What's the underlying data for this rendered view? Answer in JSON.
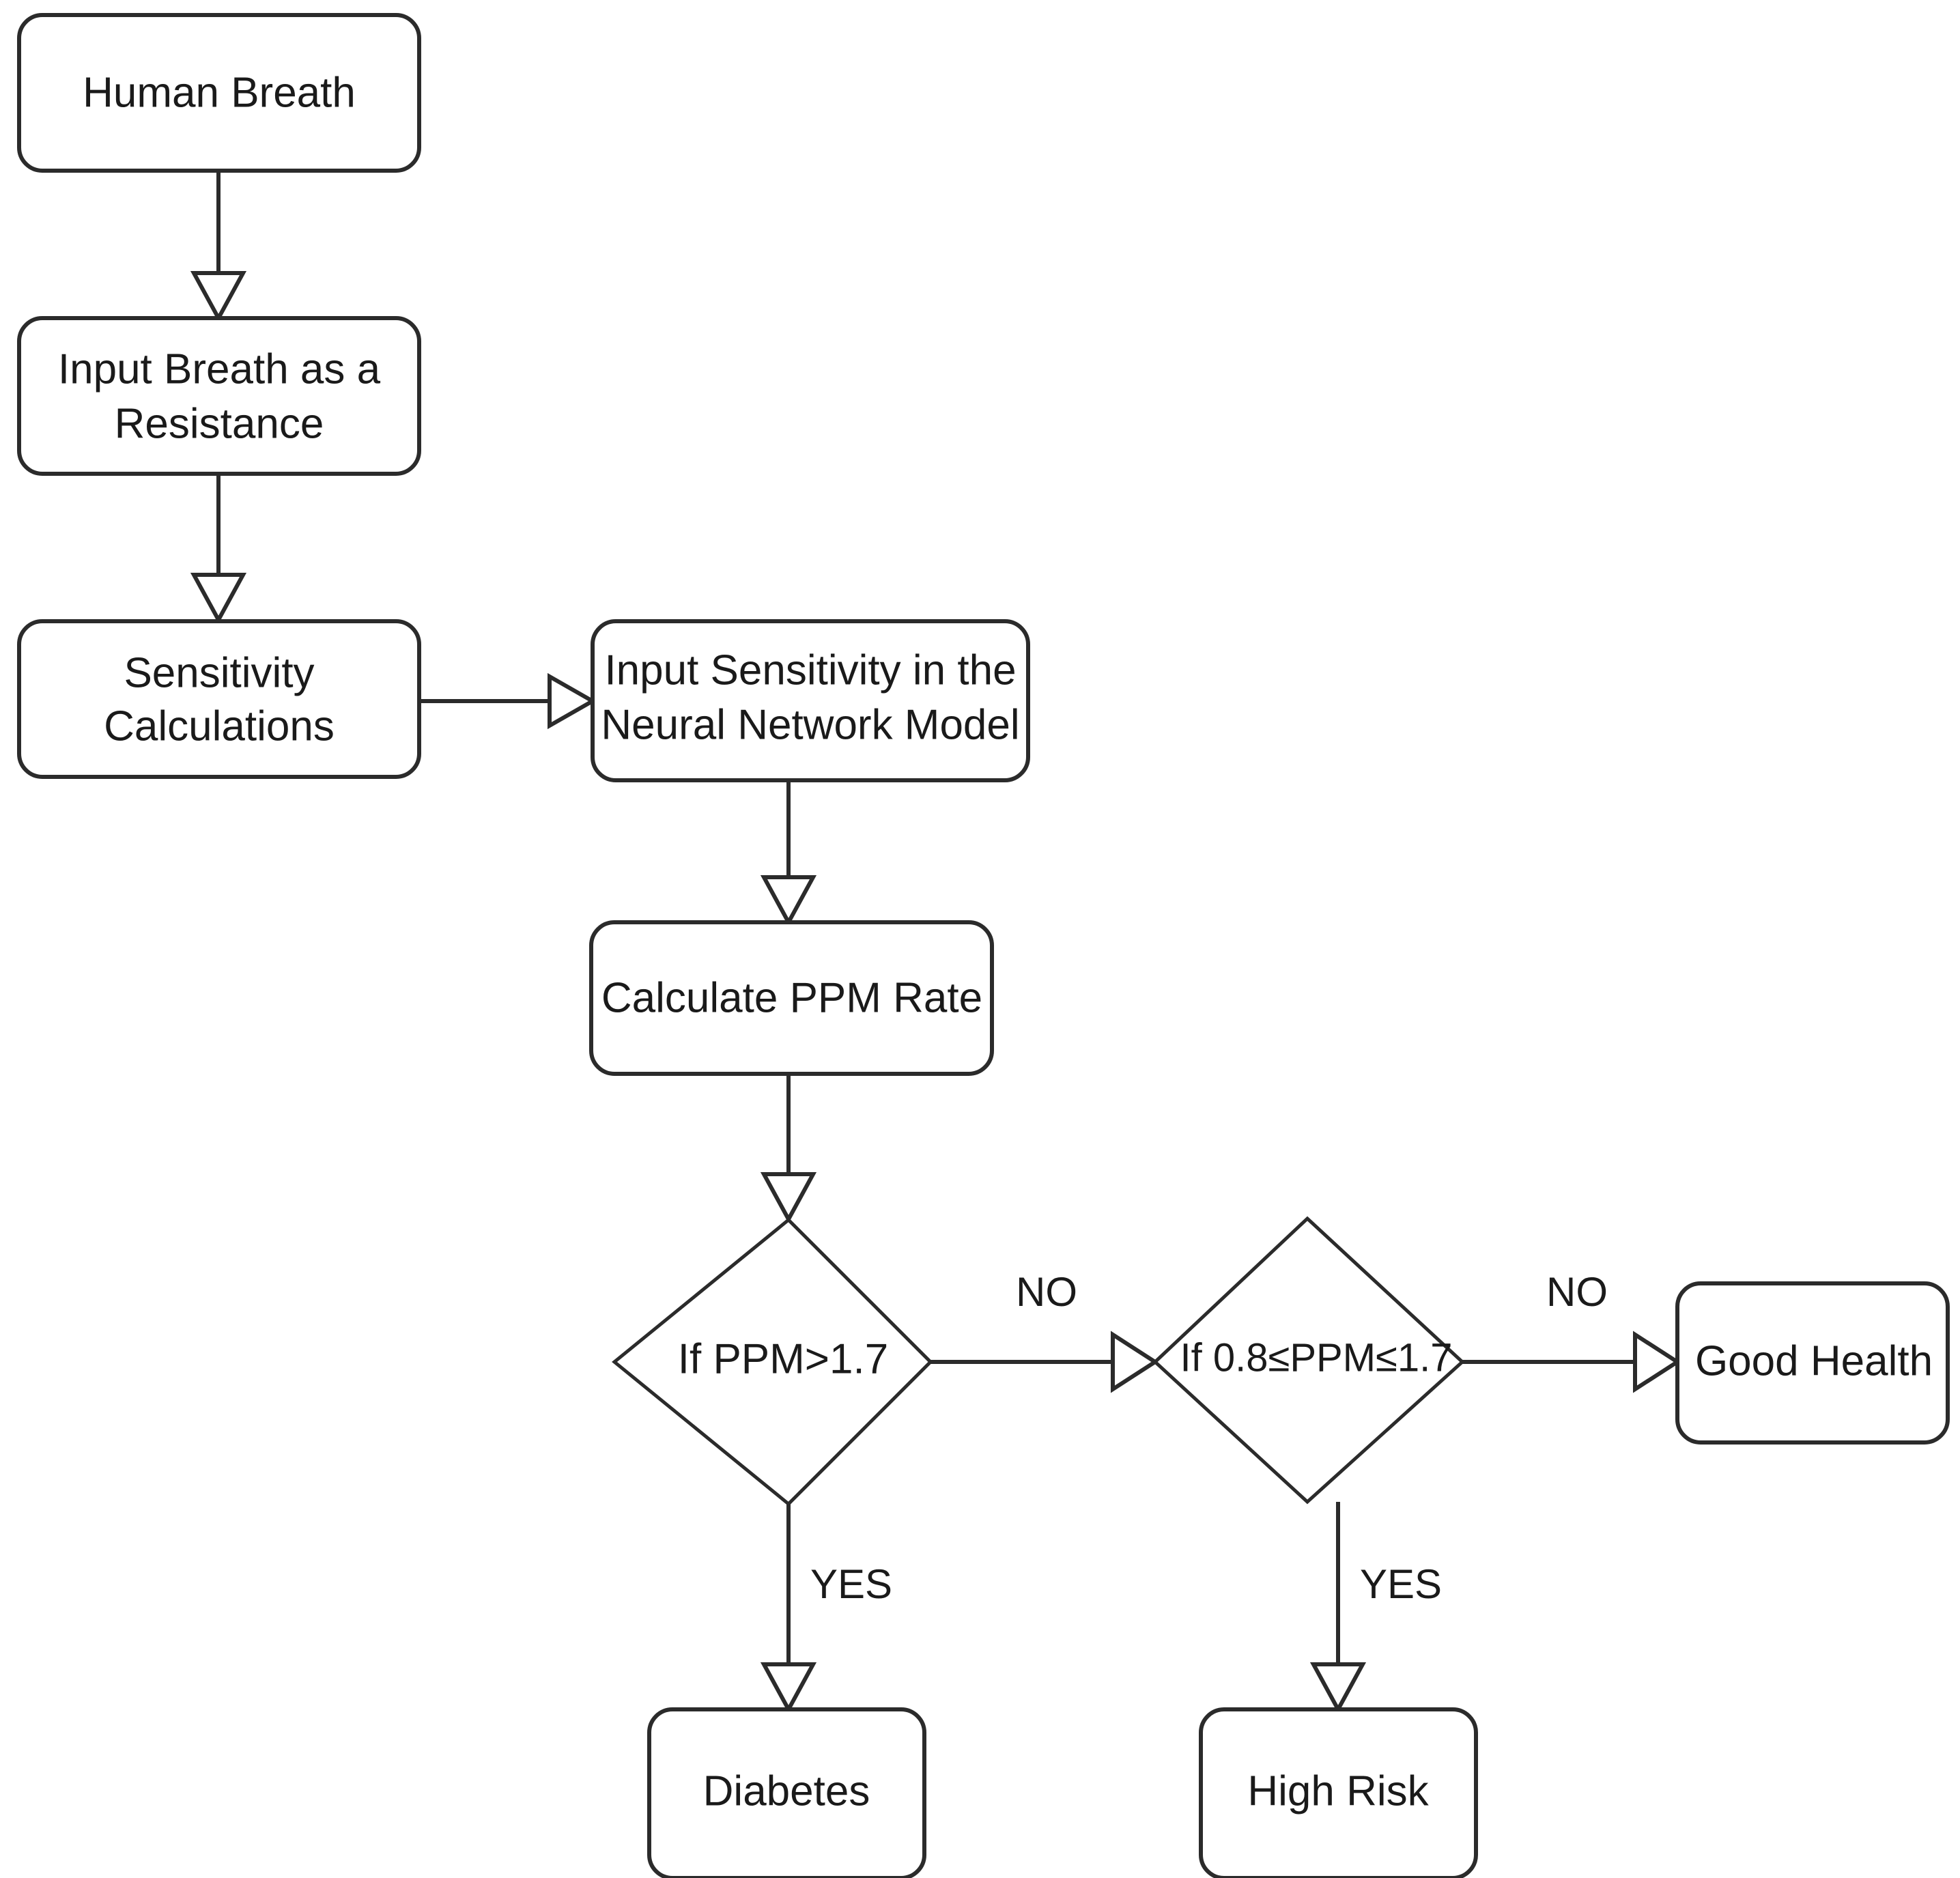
{
  "diagram": {
    "type": "flowchart",
    "title": "",
    "background_color": "#ffffff",
    "stroke_color": "#2b2b2b",
    "text_color": "#1a1a1a",
    "nodes": [
      {
        "id": "human-breath",
        "shape": "rounded-rect",
        "lines": [
          "Human Breath"
        ]
      },
      {
        "id": "input-breath",
        "shape": "rounded-rect",
        "lines": [
          "Input Breath as a",
          "Resistance"
        ]
      },
      {
        "id": "sensitivity-calc",
        "shape": "rounded-rect",
        "lines": [
          "Sensitivity",
          "Calculations"
        ]
      },
      {
        "id": "input-sensitivity",
        "shape": "rounded-rect",
        "lines": [
          "Input Sensitivity in the",
          "Neural Network Model"
        ]
      },
      {
        "id": "calculate-ppm",
        "shape": "rounded-rect",
        "lines": [
          "Calculate PPM Rate"
        ]
      },
      {
        "id": "decision-ppm-high",
        "shape": "diamond",
        "lines": [
          "If PPM>1.7"
        ]
      },
      {
        "id": "decision-ppm-mid",
        "shape": "diamond",
        "lines": [
          "If 0.8≤PPM≤1.7"
        ]
      },
      {
        "id": "good-health",
        "shape": "rounded-rect",
        "lines": [
          "Good Health"
        ]
      },
      {
        "id": "diabetes",
        "shape": "rounded-rect",
        "lines": [
          "Diabetes"
        ]
      },
      {
        "id": "high-risk",
        "shape": "rounded-rect",
        "lines": [
          "High Risk"
        ]
      }
    ],
    "edges": [
      {
        "id": "e1",
        "from": "human-breath",
        "to": "input-breath",
        "label": "",
        "direction": "down"
      },
      {
        "id": "e2",
        "from": "input-breath",
        "to": "sensitivity-calc",
        "label": "",
        "direction": "down"
      },
      {
        "id": "e3",
        "from": "sensitivity-calc",
        "to": "input-sensitivity",
        "label": "",
        "direction": "right"
      },
      {
        "id": "e4",
        "from": "input-sensitivity",
        "to": "calculate-ppm",
        "label": "",
        "direction": "down"
      },
      {
        "id": "e5",
        "from": "calculate-ppm",
        "to": "decision-ppm-high",
        "label": "",
        "direction": "down"
      },
      {
        "id": "e6",
        "from": "decision-ppm-high",
        "to": "decision-ppm-mid",
        "label": "NO",
        "direction": "right"
      },
      {
        "id": "e7",
        "from": "decision-ppm-high",
        "to": "diabetes",
        "label": "YES",
        "direction": "down"
      },
      {
        "id": "e8",
        "from": "decision-ppm-mid",
        "to": "good-health",
        "label": "NO",
        "direction": "right"
      },
      {
        "id": "e9",
        "from": "decision-ppm-mid",
        "to": "high-risk",
        "label": "YES",
        "direction": "down"
      }
    ],
    "labels": {
      "human_breath": "Human Breath",
      "input_breath_l1": "Input Breath as a",
      "input_breath_l2": "Resistance",
      "sensitivity_l1": "Sensitivity",
      "sensitivity_l2": "Calculations",
      "input_sens_l1": "Input Sensitivity in the",
      "input_sens_l2": "Neural Network Model",
      "calculate_ppm": "Calculate PPM Rate",
      "decision_high": "If PPM>1.7",
      "decision_mid": "If 0.8≤PPM≤1.7",
      "good_health": "Good Health",
      "diabetes": "Diabetes",
      "high_risk": "High Risk",
      "no_1": "NO",
      "no_2": "NO",
      "yes_1": "YES",
      "yes_2": "YES"
    }
  }
}
